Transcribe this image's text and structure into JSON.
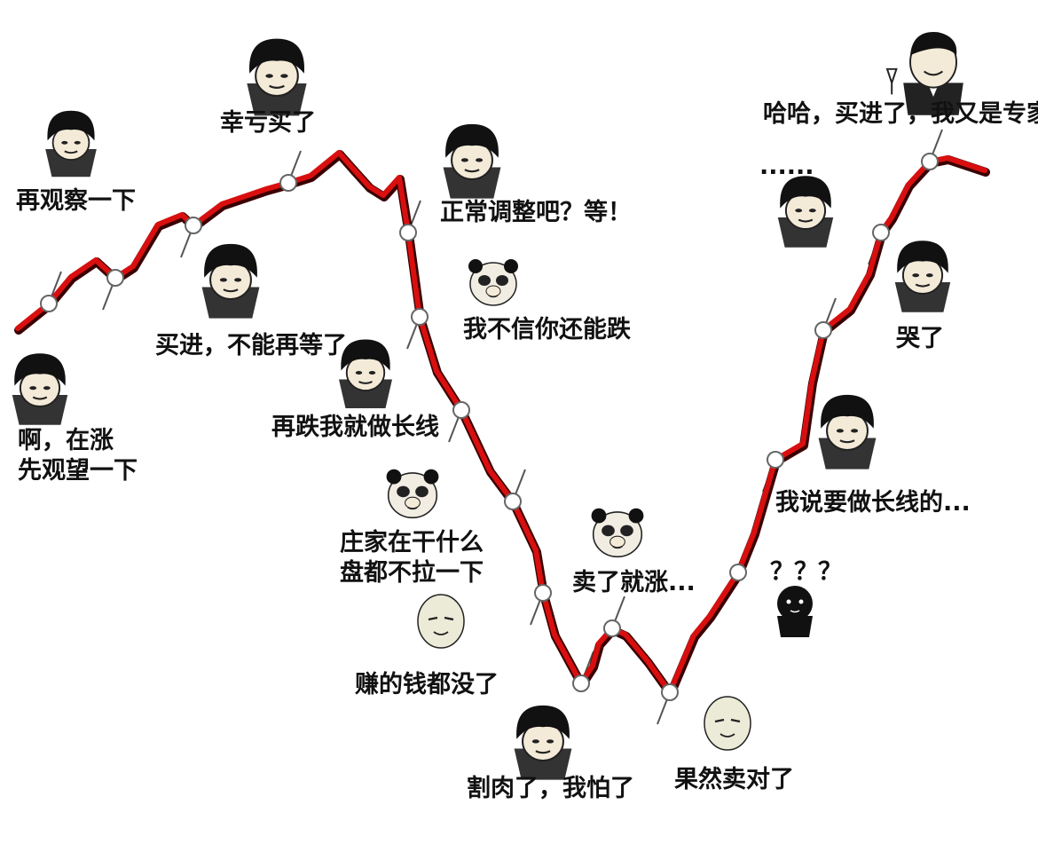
{
  "colors": {
    "line": "#d90f0f",
    "line_shadow": "#3a0000",
    "marker_fill": "#ffffff",
    "marker_stroke": "#666666",
    "text": "#111111",
    "face": "#f4ead8",
    "hair": "#111111"
  },
  "captions": [
    {
      "id": "cap-wait",
      "lines": [
        "啊，在涨",
        "先观望一下"
      ]
    },
    {
      "id": "cap-observe",
      "lines": [
        "再观察一下"
      ]
    },
    {
      "id": "cap-buy",
      "lines": [
        "买进，不能再等了"
      ]
    },
    {
      "id": "cap-lucky",
      "lines": [
        "幸亏买了"
      ]
    },
    {
      "id": "cap-correction",
      "lines": [
        "正常调整吧？等！"
      ]
    },
    {
      "id": "cap-disbelief",
      "lines": [
        "我不信你还能跌"
      ]
    },
    {
      "id": "cap-longterm",
      "lines": [
        "再跌我就做长线"
      ]
    },
    {
      "id": "cap-dealer",
      "lines": [
        "庄家在干什么",
        "盘都不拉一下"
      ]
    },
    {
      "id": "cap-lost-gains",
      "lines": [
        "赚的钱都没了"
      ]
    },
    {
      "id": "cap-cut-loss",
      "lines": [
        "割肉了，我怕了"
      ]
    },
    {
      "id": "cap-sold-rise",
      "lines": [
        "卖了就涨..."
      ]
    },
    {
      "id": "cap-sold-right",
      "lines": [
        "果然卖对了"
      ]
    },
    {
      "id": "cap-confused",
      "lines": [
        "？？？"
      ]
    },
    {
      "id": "cap-said-long",
      "lines": [
        "我说要做长线的..."
      ]
    },
    {
      "id": "cap-cry",
      "lines": [
        "哭了"
      ]
    },
    {
      "id": "cap-dots",
      "lines": [
        "......"
      ]
    },
    {
      "id": "cap-expert",
      "lines": [
        "哈哈，买进了，我又是专家了"
      ]
    }
  ],
  "icons": {
    "face_bowl": "bowl-cut-face-icon",
    "face_panda": "panda-face-icon",
    "face_black": "black-silhouette-face-icon",
    "face_bald": "bald-face-icon",
    "face_suit": "suit-man-icon",
    "marker": "circle-marker-icon"
  }
}
